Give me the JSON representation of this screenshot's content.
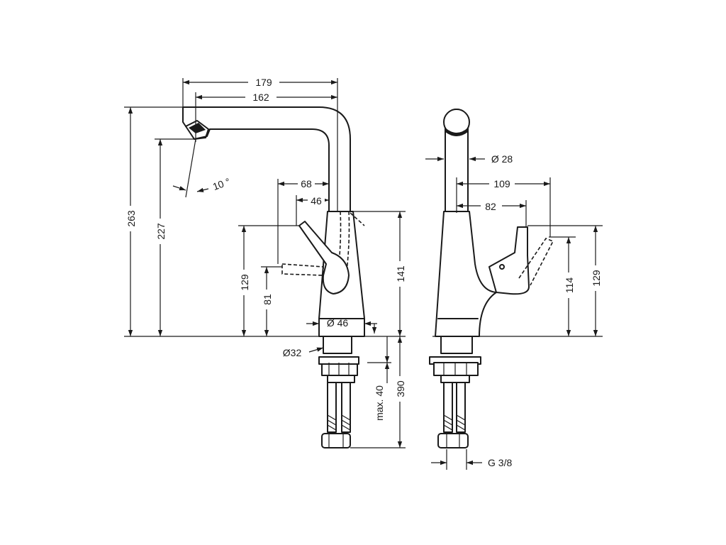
{
  "dimensions": {
    "overall_reach": "179",
    "spout_reach": "162",
    "overall_height": "263",
    "spout_height": "227",
    "spout_angle": "10 °",
    "lever_reach_68": "68",
    "lever_reach_46": "46",
    "lever_height_129_side": "129",
    "lever_height_81": "81",
    "body_height_141": "141",
    "base_diameter": "Ø 46",
    "shank_diameter": "Ø32",
    "max_deck": "max. 40",
    "hose_length": "390",
    "spout_diameter": "Ø 28",
    "front_reach_109": "109",
    "front_reach_82": "82",
    "lever_height_114": "114",
    "lever_height_129_front": "129",
    "connection": "G  3/8"
  }
}
